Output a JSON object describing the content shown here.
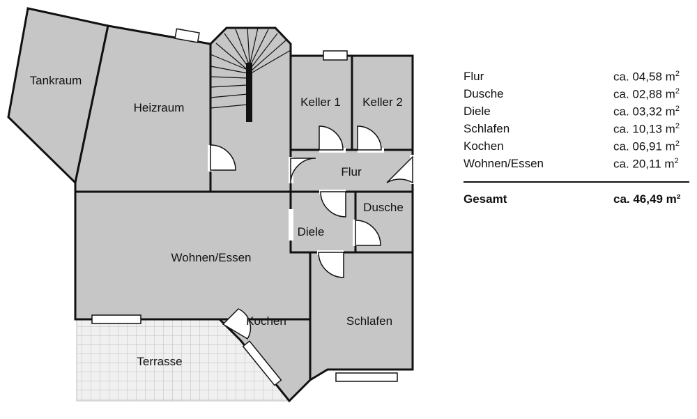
{
  "rooms": {
    "tankraum": "Tankraum",
    "heizraum": "Heizraum",
    "keller1": "Keller 1",
    "keller2": "Keller 2",
    "flur": "Flur",
    "dusche": "Dusche",
    "diele": "Diele",
    "wohnen_essen": "Wohnen/Essen",
    "kochen": "Kochen",
    "schlafen": "Schlafen",
    "terrasse": "Terrasse"
  },
  "areas": [
    {
      "name": "Flur",
      "value": "ca. 04,58 m",
      "unit_sup": "2"
    },
    {
      "name": "Dusche",
      "value": "ca. 02,88 m",
      "unit_sup": "2"
    },
    {
      "name": "Diele",
      "value": "ca. 03,32 m",
      "unit_sup": "2"
    },
    {
      "name": "Schlafen",
      "value": "ca. 10,13 m",
      "unit_sup": "2"
    },
    {
      "name": "Kochen",
      "value": "ca. 06,91 m",
      "unit_sup": "2"
    },
    {
      "name": "Wohnen/Essen",
      "value": "ca. 20,11 m",
      "unit_sup": "2"
    }
  ],
  "total": {
    "name": "Gesamt",
    "value": "ca. 46,49 m²"
  },
  "colors": {
    "room_fill": "#c6c6c6",
    "wall": "#111111",
    "terrace_fill": "#f0f0f0",
    "terrace_grid": "#bdbdbd"
  }
}
